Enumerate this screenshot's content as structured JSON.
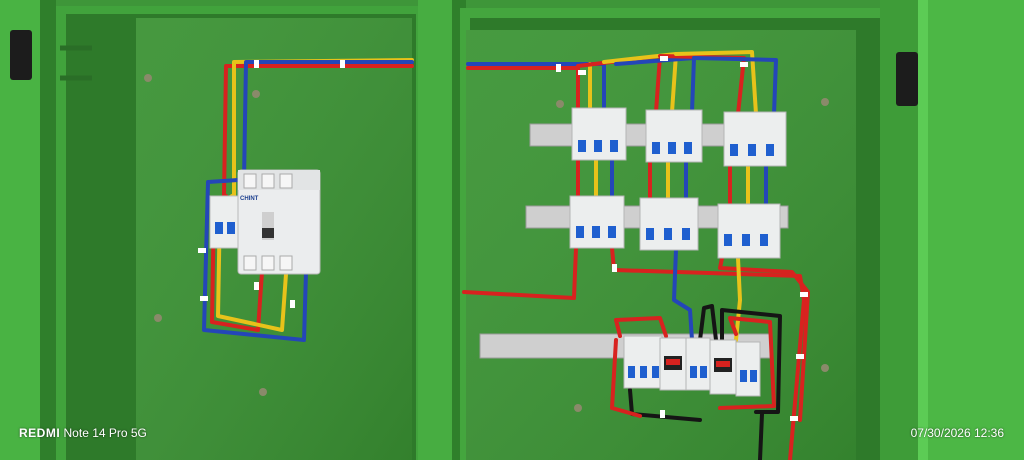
{
  "photo": {
    "subject": "electrical-distribution-cabinet",
    "colors": {
      "enclosure": "#3f9b3a",
      "panel": "#3a9233",
      "door_frame": "#47b040",
      "wire_red": "#d8221f",
      "wire_yellow": "#e8c21a",
      "wire_blue": "#2446b8",
      "wire_black": "#151515",
      "breaker_body": "#e9ecef",
      "breaker_toggle": "#1f5fcf",
      "din_rail": "#c9c9c9"
    },
    "main_breaker": {
      "brand_label": "CHINT"
    },
    "watermark": {
      "brand": "REDMI",
      "model": "Note 14 Pro 5G"
    },
    "timestamp": "07/30/2026 12:36"
  }
}
